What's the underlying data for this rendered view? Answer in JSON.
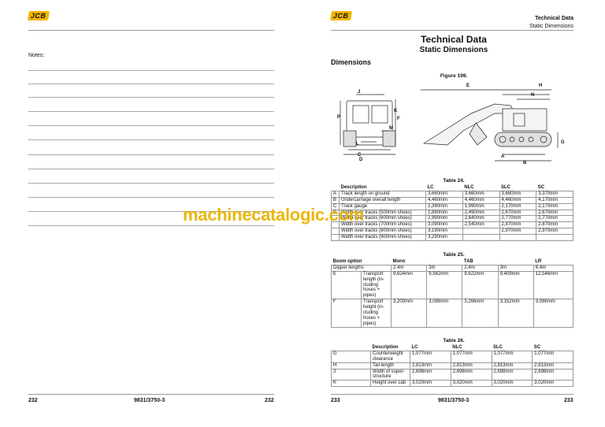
{
  "brand": "JCB",
  "left_page": {
    "notes_label": "Notes:",
    "footer_left": "232",
    "footer_center": "9831/3750-3",
    "footer_right": "232"
  },
  "right_page": {
    "header_title": "Technical Data",
    "header_sub": "Static Dimensions",
    "title": "Technical Data",
    "subtitle": "Static Dimensions",
    "section": "Dimensions",
    "figure_label": "Figure 199.",
    "figure_letters": [
      "J",
      "K",
      "P",
      "F",
      "M",
      "L",
      "C",
      "D",
      "E",
      "H",
      "N",
      "G",
      "A",
      "B"
    ],
    "footer_left": "233",
    "footer_center": "9831/3750-3",
    "footer_right": "233"
  },
  "table24": {
    "caption": "Table 24.",
    "headers": [
      "",
      "Description",
      "LC",
      "NLC",
      "SLC",
      "SC"
    ],
    "rows": [
      [
        "A",
        "Track length on ground",
        "3,660mm",
        "3,660mm",
        "3,660mm",
        "3,370mm"
      ],
      [
        "B",
        "Undercarriage overall length",
        "4,460mm",
        "4,460mm",
        "4,460mm",
        "4,170mm"
      ],
      [
        "C",
        "Track gauge",
        "2,390mm",
        "1,990mm",
        "2,170mm",
        "2,170mm"
      ],
      [
        "D",
        "Width over tracks (500mm shoes)",
        "2,890mm",
        "2,490mm",
        "2,670mm",
        "2,670mm"
      ],
      [
        "",
        "Width over tracks (600mm shoes)",
        "2,990mm",
        "2,640mm",
        "2,770mm",
        "2,770mm"
      ],
      [
        "",
        "Width over tracks (700mm shoes)",
        "3,090mm",
        "2,540mm",
        "2,870mm",
        "2,870mm"
      ],
      [
        "",
        "Width over tracks (800mm shoes)",
        "3,190mm",
        "",
        "2,970mm",
        "2,970mm"
      ],
      [
        "",
        "Width over tracks (900mm shoes)",
        "3,290mm",
        "",
        "",
        ""
      ]
    ]
  },
  "table25": {
    "caption": "Table 25.",
    "head1": [
      "Boom option",
      "Mono",
      "TAB",
      "LR"
    ],
    "head2": [
      "Dipper lengths",
      "2.4m",
      "3m",
      "2.4m",
      "3m",
      "6.4m"
    ],
    "rows": [
      [
        "E",
        "Transport length (in-cluding hoses + pipes)",
        "9,624mm",
        "9,562mm",
        "9,622mm",
        "9,409mm",
        "12,546mm"
      ],
      [
        "F",
        "Transport height (in-cluding hoses + pipes)",
        "3,200mm",
        "3,086mm",
        "3,266mm",
        "3,152mm",
        "3,086mm"
      ]
    ]
  },
  "table26": {
    "caption": "Table 26.",
    "headers": [
      "",
      "Description",
      "LC",
      "NLC",
      "SLC",
      "SC"
    ],
    "rows": [
      [
        "G",
        "Counterweight clearance",
        "1,077mm",
        "1,077mm",
        "1,077mm",
        "1,077mm"
      ],
      [
        "H",
        "Tail length",
        "2,813mm",
        "2,813mm",
        "2,813mm",
        "2,813mm"
      ],
      [
        "J",
        "Width of super-structure",
        "2,698mm",
        "2,698mm",
        "2,698mm",
        "2,698mm"
      ],
      [
        "K",
        "Height over cab",
        "3,020mm",
        "3,020mm",
        "3,020mm",
        "3,020mm"
      ]
    ]
  },
  "watermark": "machinecatalogic.com"
}
